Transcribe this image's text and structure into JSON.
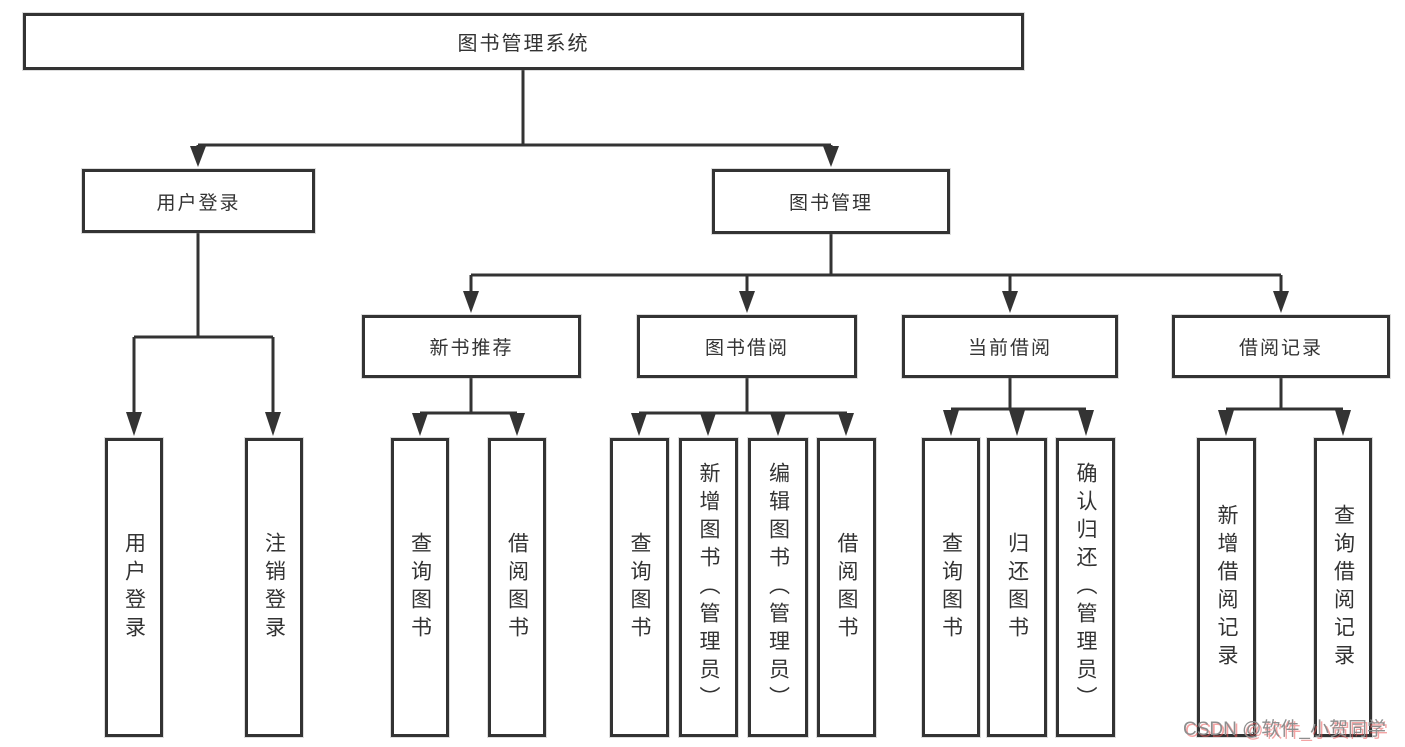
{
  "tree": {
    "root": {
      "label": "图书管理系统"
    },
    "level2": [
      {
        "label": "用户登录",
        "children": [
          {
            "label": "用户登录"
          },
          {
            "label": "注销登录"
          }
        ]
      },
      {
        "label": "图书管理",
        "children": [
          {
            "label": "新书推荐",
            "children": [
              {
                "label": "查询图书"
              },
              {
                "label": "借阅图书"
              }
            ]
          },
          {
            "label": "图书借阅",
            "children": [
              {
                "label": "查询图书"
              },
              {
                "label": "新增图书（管理员）"
              },
              {
                "label": "编辑图书（管理员）"
              },
              {
                "label": "借阅图书"
              }
            ]
          },
          {
            "label": "当前借阅",
            "children": [
              {
                "label": "查询图书"
              },
              {
                "label": "归还图书"
              },
              {
                "label": "确认归还（管理员）"
              }
            ]
          },
          {
            "label": "借阅记录",
            "children": [
              {
                "label": "新增借阅记录"
              },
              {
                "label": "查询借阅记录"
              }
            ]
          }
        ]
      }
    ]
  },
  "watermark": {
    "text": "CSDN @软件_小贺同学"
  },
  "colors": {
    "line": "#333333",
    "box_border": "#333333",
    "text": "#333333",
    "background": "#ffffff",
    "watermark_gray": "#8e8e8e",
    "watermark_red": "#eb5a5a"
  }
}
